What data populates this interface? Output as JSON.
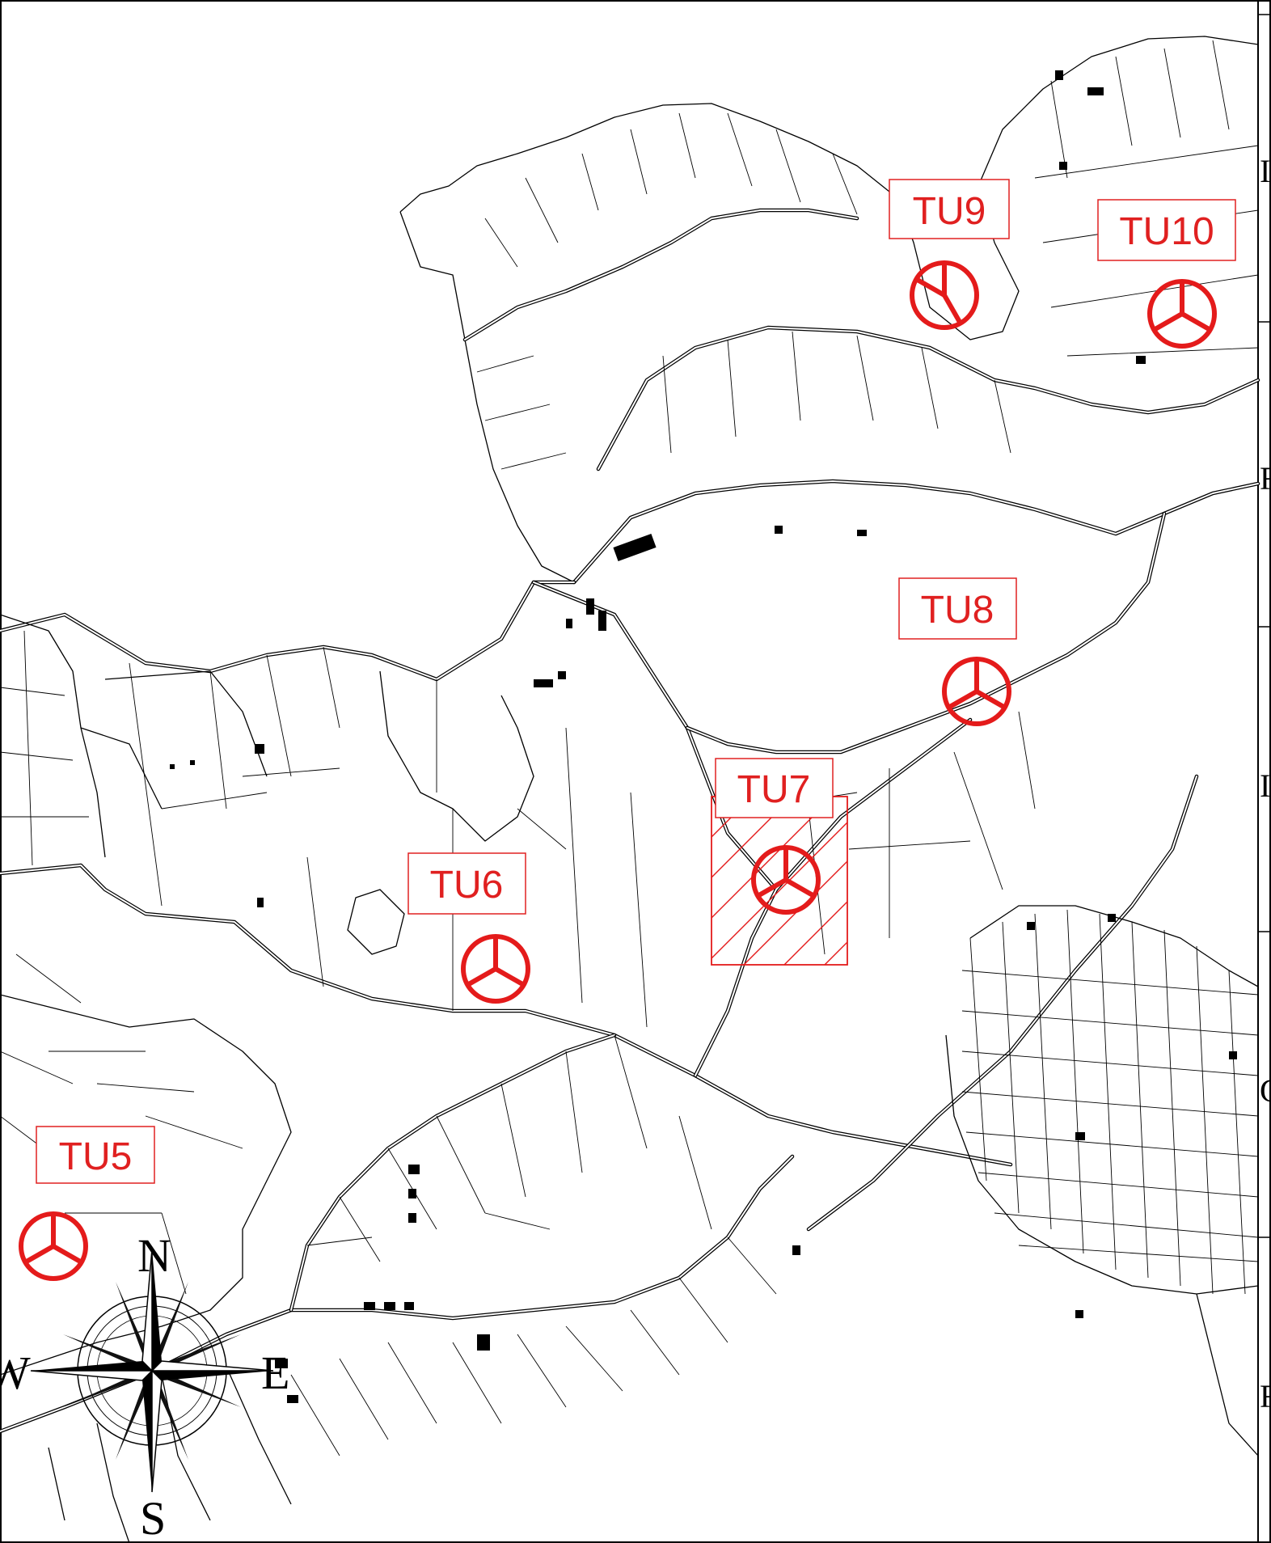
{
  "turbines": [
    {
      "id": "TU5",
      "label": "TU5"
    },
    {
      "id": "TU6",
      "label": "TU6"
    },
    {
      "id": "TU7",
      "label": "TU7"
    },
    {
      "id": "TU8",
      "label": "TU8"
    },
    {
      "id": "TU9",
      "label": "TU9"
    },
    {
      "id": "TU10",
      "label": "TU10"
    }
  ],
  "compass": {
    "north": "N",
    "south": "S",
    "east": "E",
    "west": "W"
  },
  "edge_marks": [
    "I",
    "F",
    "I",
    "G",
    "F"
  ],
  "colors": {
    "turbine": "#e41b1b",
    "label": "#e02020",
    "lines": "#000000"
  },
  "icons": {
    "turbine": "wind-turbine-icon",
    "compass": "compass-rose-icon"
  }
}
